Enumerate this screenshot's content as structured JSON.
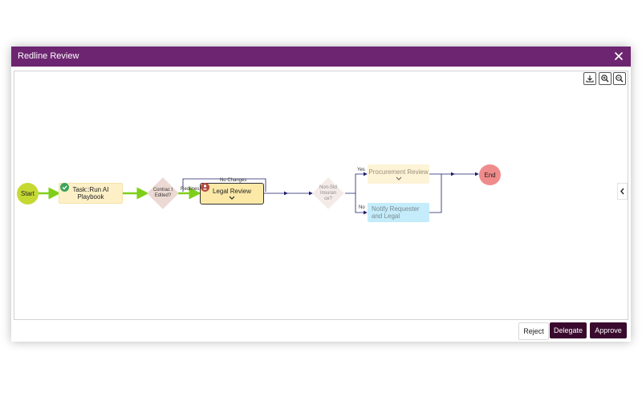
{
  "dialog": {
    "title": "Redline Review",
    "close_icon": "close-icon"
  },
  "toolbar": {
    "download_icon": "download-icon",
    "zoom_in_icon": "zoom-in-icon",
    "zoom_out_icon": "zoom-out-icon"
  },
  "flow": {
    "start": "Start",
    "task_run_playbook": "Task::Run AI Playbook",
    "contract_edited": "Contrac t Edited?",
    "legal_review": "Legal Review",
    "non_std_insurance": "Non-Std Insuran ce?",
    "procurement_review": "Procurement Review",
    "notify_requester": "Notify Requester and Legal",
    "end": "End",
    "edge_no_changes": "No Changes",
    "edge_redlines": "Redlines",
    "edge_yes": "Yes",
    "edge_no": "No"
  },
  "footer": {
    "reject": "Reject",
    "delegate": "Delegate",
    "approve": "Approve"
  },
  "colors": {
    "titlebar": "#6d2571",
    "button_dark": "#3a0a2e",
    "start_node": "#c6d932",
    "end_node": "#f08b8b",
    "task_node": "#fdf0c7",
    "notify_node": "#c4ecfa",
    "edge": "#1d1d6b",
    "active_edge": "#7fcf1a",
    "check_badge": "#3aa35a",
    "user_badge": "#b24a3c"
  }
}
